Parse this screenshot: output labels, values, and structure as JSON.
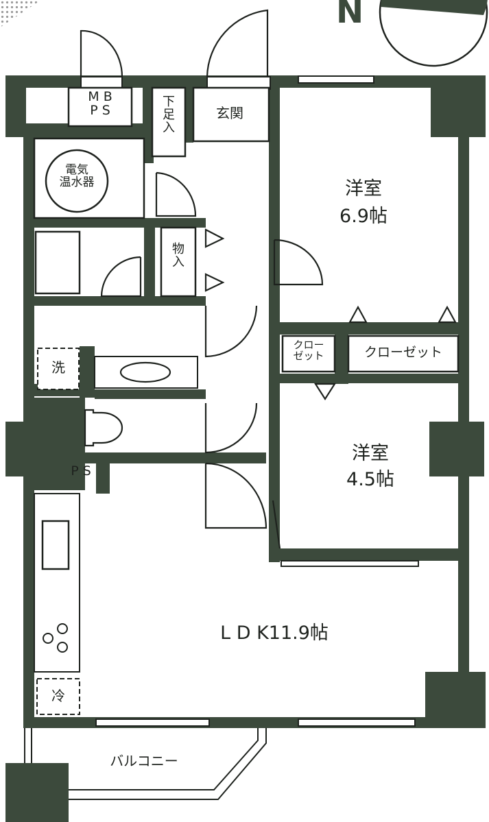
{
  "colors": {
    "wall": "#3c4a3c",
    "line": "#1e221e",
    "background": "#ffffff"
  },
  "compass": {
    "label": "N"
  },
  "rooms": {
    "mbps": "M B\nP S",
    "shoe_storage": "下\n足\n入",
    "entrance": "玄関",
    "water_heater": "電気\n温水器",
    "storage": "物\n入",
    "western_room_1": {
      "name": "洋室",
      "size": "6.9帖"
    },
    "closet_small": "クロー\nゼット",
    "closet_large": "クローゼット",
    "washer": "洗",
    "ps": "P S",
    "western_room_2": {
      "name": "洋室",
      "size": "4.5帖"
    },
    "ldk": "L D K11.9帖",
    "fridge": "冷",
    "balcony": "バルコニー"
  }
}
